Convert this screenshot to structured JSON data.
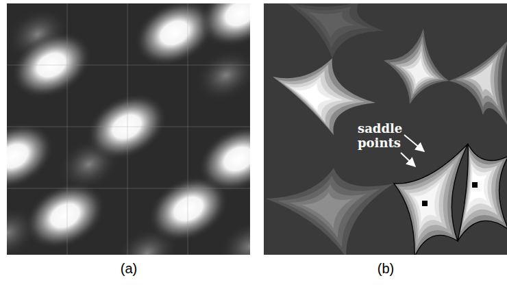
{
  "diagram": {
    "labels": [
      "saddle points",
      "(a)",
      "(b)"
    ]
  }
}
